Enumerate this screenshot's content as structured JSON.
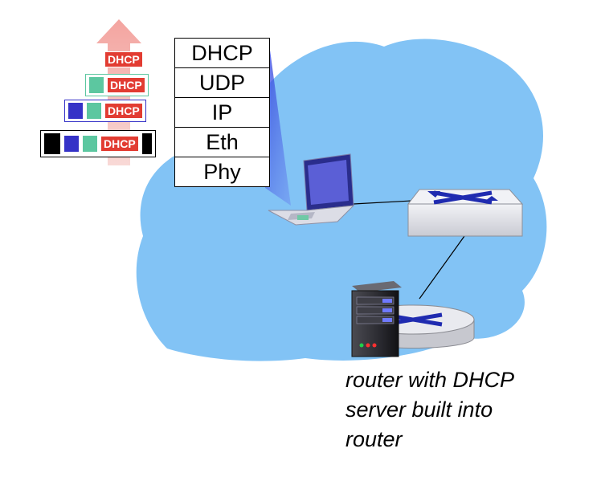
{
  "protocol_stack": [
    "DHCP",
    "UDP",
    "IP",
    "Eth",
    "Phy"
  ],
  "packet_label": "DHCP",
  "caption_lines": [
    "router with DHCP",
    "server built into",
    "router"
  ],
  "colors": {
    "network_cloud": "#82c3f5",
    "dhcp_payload": "#e23c32",
    "udp_header": "#5cc7a0",
    "ip_header": "#3532c7",
    "eth_header": "#000000",
    "up_arrow": "#f4a9a4"
  },
  "icons": [
    "laptop-icon",
    "switch-icon",
    "router-icon",
    "server-icon",
    "up-arrow-icon"
  ]
}
